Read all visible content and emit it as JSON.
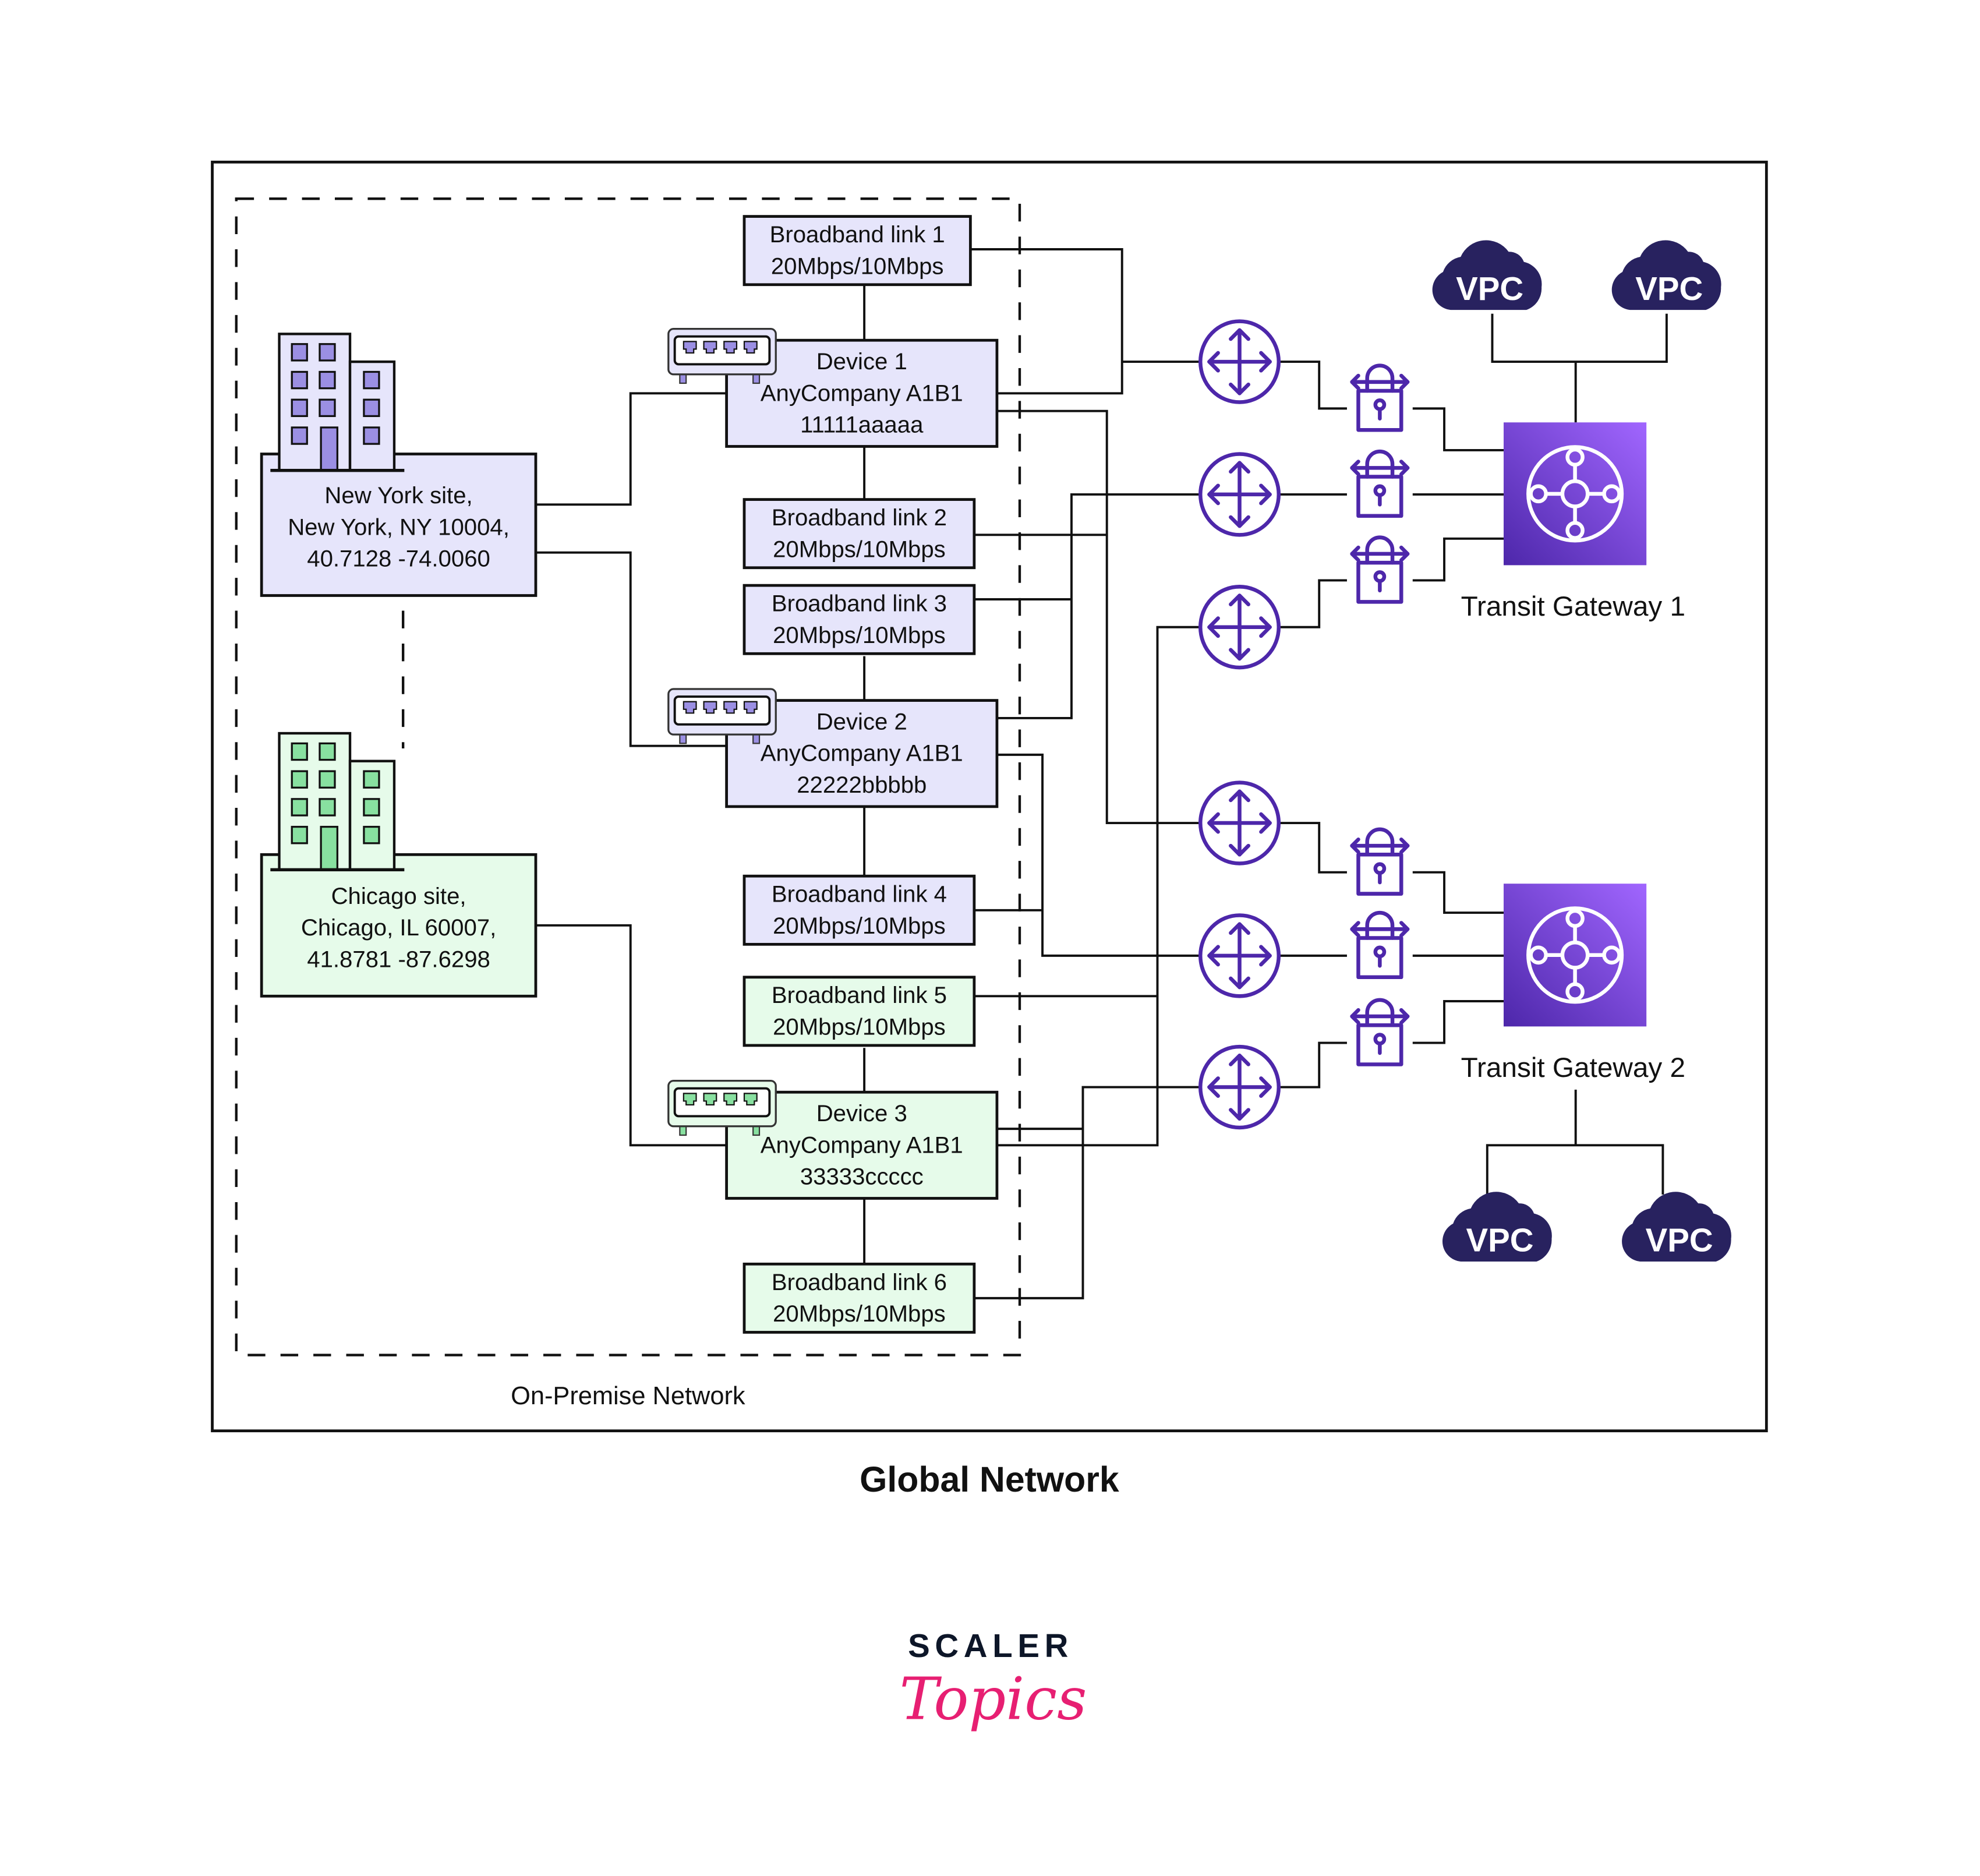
{
  "title": "Global Network",
  "on_premise_label": "On-Premise Network",
  "colors": {
    "purple_fill": "#e6e5fb",
    "green_fill": "#e6fbea",
    "purple_icon": "#4d27aa",
    "purple_accent": "#9b8fe3",
    "green_accent": "#88e0a0",
    "vpc_cloud": "#28225f",
    "tgw_gradient_start": "#4d27aa",
    "tgw_gradient_end": "#a166ff",
    "logo_dark": "#0d1628",
    "logo_pink": "#e71f72"
  },
  "sites": [
    {
      "id": "ny",
      "lines": [
        "New York site,",
        "New York, NY 10004,",
        "40.7128 -74.0060"
      ],
      "theme": "purple",
      "icon": "building-icon"
    },
    {
      "id": "chicago",
      "lines": [
        "Chicago site,",
        "Chicago, IL 60007,",
        "41.8781 -87.6298"
      ],
      "theme": "green",
      "icon": "building-icon"
    }
  ],
  "devices": [
    {
      "lines": [
        "Device 1",
        "AnyCompany A1B1",
        "11111aaaaa"
      ],
      "theme": "purple",
      "icon": "network-switch-icon"
    },
    {
      "lines": [
        "Device 2",
        "AnyCompany A1B1",
        "22222bbbbb"
      ],
      "theme": "purple",
      "icon": "network-switch-icon"
    },
    {
      "lines": [
        "Device 3",
        "AnyCompany A1B1",
        "33333ccccc"
      ],
      "theme": "green",
      "icon": "network-switch-icon"
    }
  ],
  "links": [
    {
      "lines": [
        "Broadband link 1",
        "20Mbps/10Mbps"
      ],
      "theme": "purple"
    },
    {
      "lines": [
        "Broadband link 2",
        "20Mbps/10Mbps"
      ],
      "theme": "purple"
    },
    {
      "lines": [
        "Broadband link 3",
        "20Mbps/10Mbps"
      ],
      "theme": "purple"
    },
    {
      "lines": [
        "Broadband link 4",
        "20Mbps/10Mbps"
      ],
      "theme": "purple"
    },
    {
      "lines": [
        "Broadband link 5",
        "20Mbps/10Mbps"
      ],
      "theme": "green"
    },
    {
      "lines": [
        "Broadband link 6",
        "20Mbps/10Mbps"
      ],
      "theme": "green"
    }
  ],
  "routers": [
    {
      "icon": "router-icon"
    },
    {
      "icon": "router-icon"
    },
    {
      "icon": "router-icon"
    },
    {
      "icon": "router-icon"
    },
    {
      "icon": "router-icon"
    },
    {
      "icon": "router-icon"
    }
  ],
  "vpn_attachments": [
    {
      "icon": "vpn-lock-icon"
    },
    {
      "icon": "vpn-lock-icon"
    },
    {
      "icon": "vpn-lock-icon"
    },
    {
      "icon": "vpn-lock-icon"
    },
    {
      "icon": "vpn-lock-icon"
    },
    {
      "icon": "vpn-lock-icon"
    }
  ],
  "transit_gateways": [
    {
      "label": "Transit Gateway 1",
      "icon": "transit-gateway-icon"
    },
    {
      "label": "Transit Gateway 2",
      "icon": "transit-gateway-icon"
    }
  ],
  "vpcs": [
    {
      "label": "VPC",
      "icon": "vpc-cloud-icon"
    },
    {
      "label": "VPC",
      "icon": "vpc-cloud-icon"
    },
    {
      "label": "VPC",
      "icon": "vpc-cloud-icon"
    },
    {
      "label": "VPC",
      "icon": "vpc-cloud-icon"
    }
  ],
  "logo": {
    "line1": "SCALER",
    "line2": "Topics"
  }
}
